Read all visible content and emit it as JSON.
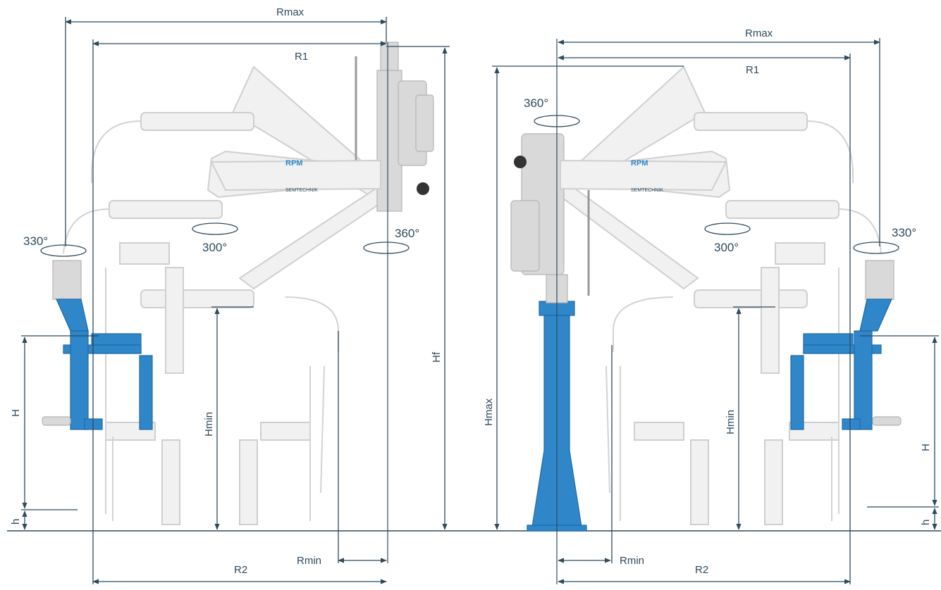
{
  "left_figure": {
    "labels": {
      "rmax": "Rmax",
      "r1": "R1",
      "r2": "R2",
      "rmin": "Rmin",
      "hf": "Hf",
      "hmin": "Hmin",
      "h_upper": "H",
      "h_lower": "h"
    },
    "rotations": {
      "wrist": "330°",
      "elbow": "300°",
      "base": "360°"
    },
    "logos": {
      "brand": "RPM",
      "partner": "SEMTECHNIK"
    }
  },
  "right_figure": {
    "labels": {
      "rmax": "Rmax",
      "r1": "R1",
      "r2": "R2",
      "rmin": "Rmin",
      "hmax": "Hmax",
      "hmin": "Hmin",
      "h_upper": "H",
      "h_lower": "h"
    },
    "rotations": {
      "base": "360°",
      "elbow": "300°",
      "wrist": "330°"
    },
    "logos": {
      "brand": "RPM",
      "partner": "SEMTECHNIK"
    }
  },
  "colors": {
    "dimension_line": "#2e4a5e",
    "highlight_blue": "#2f86c8",
    "ghost_gray": "#d3d3d3"
  }
}
